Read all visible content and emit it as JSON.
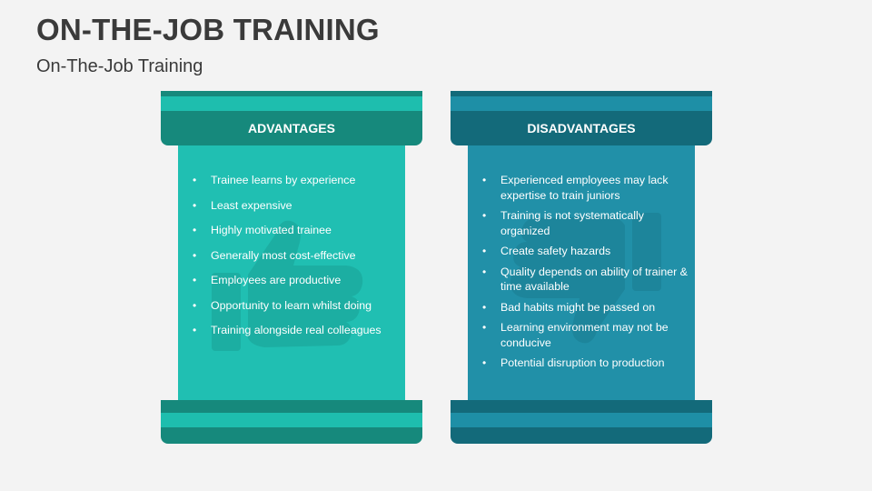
{
  "slide": {
    "title": "ON-THE-JOB TRAINING",
    "subtitle": "On-The-Job Training"
  },
  "colors": {
    "advantages_dark": "#16897c",
    "advantages_light": "#20bfb2",
    "disadvantages_dark": "#136a7a",
    "disadvantages_light": "#2190a8",
    "text_dark": "#3a3a3a"
  },
  "advantages": {
    "heading": "ADVANTAGES",
    "icon": "thumbs-up-icon",
    "items": [
      "Trainee learns by experience",
      "Least expensive",
      "Highly motivated trainee",
      "Generally most cost-effective",
      " Employees are productive",
      "Opportunity to learn whilst doing",
      "Training alongside real colleagues"
    ]
  },
  "disadvantages": {
    "heading": "DISADVANTAGES",
    "icon": "thumbs-down-icon",
    "items": [
      "Experienced employees may lack expertise to train juniors",
      "Training is not systematically organized",
      "Create safety hazards",
      "Quality depends on ability of trainer & time available",
      "Bad habits might be passed on",
      "Learning environment may not be conducive",
      "Potential disruption to production"
    ]
  }
}
